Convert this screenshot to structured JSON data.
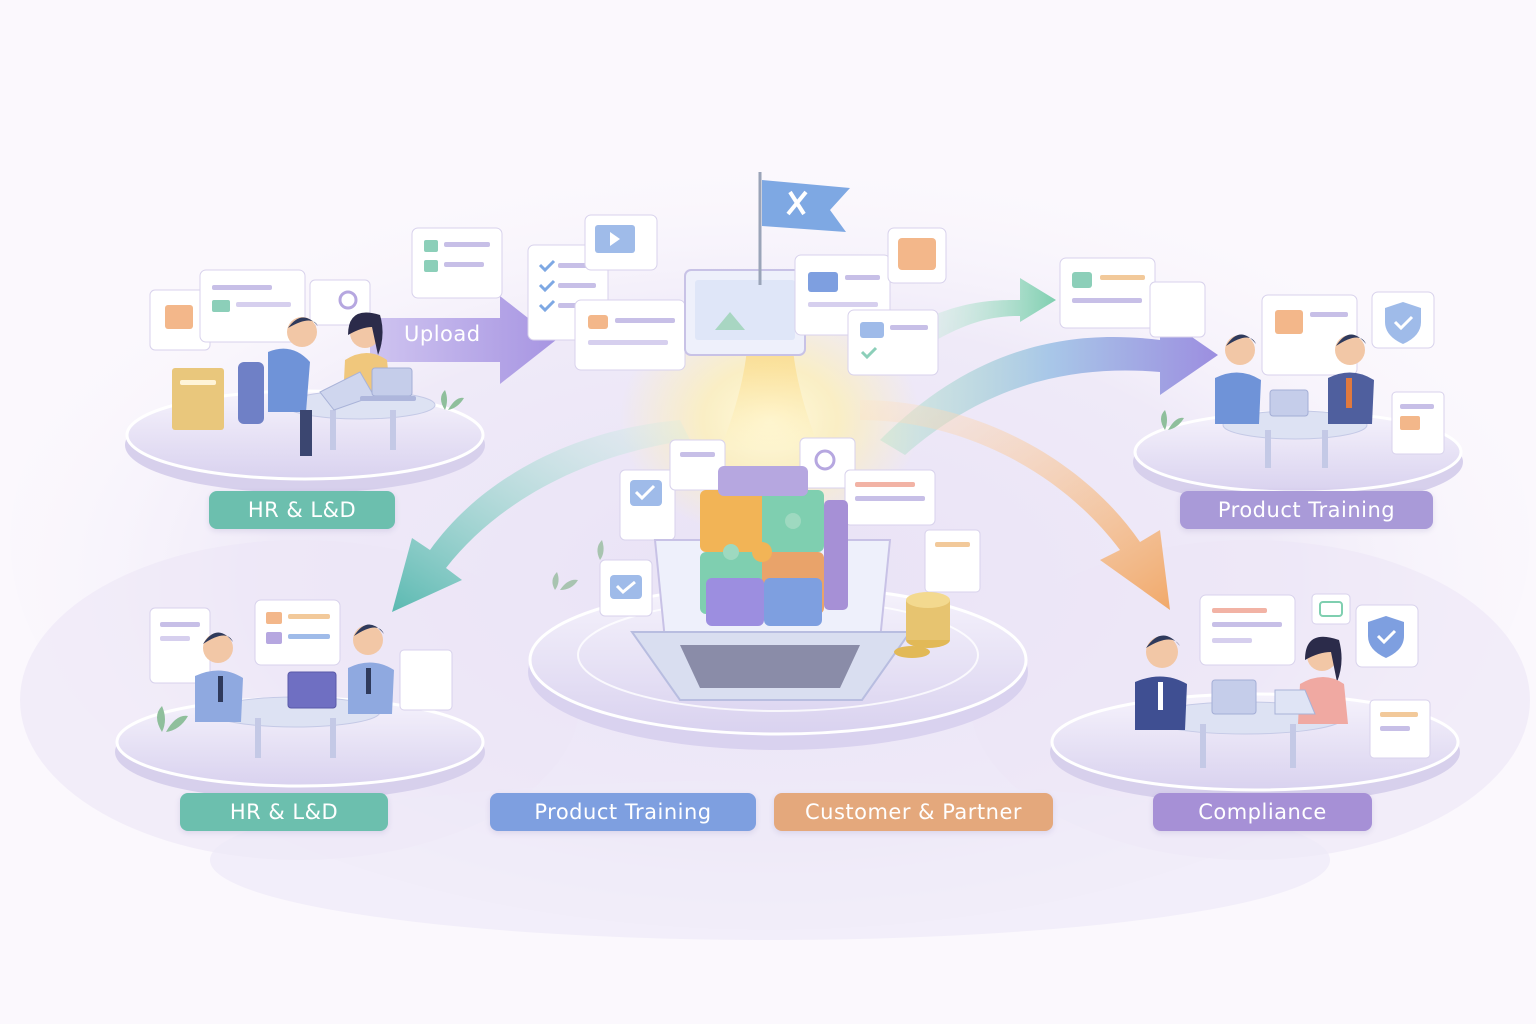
{
  "labels": {
    "hr_ld_top": "HR & L&D",
    "product_training_top": "Product Training",
    "hr_ld_bottom": "HR & L&D",
    "product_training_bottom": "Product Training",
    "customer_partner": "Customer & Partner",
    "compliance": "Compliance"
  },
  "arrow_text": {
    "upload": "Upload"
  },
  "colors": {
    "teal_label": "#6cbfae",
    "lavender_label": "#a99ad8",
    "blue_label": "#7e9fe0",
    "orange_label": "#e4a87c",
    "purple_label": "#a690d6",
    "upload_arrow": "#b2a3e6",
    "flag": "#7ea8e3",
    "background": "#fbf8fd"
  },
  "icons": [
    "flag-icon",
    "puzzle-cube-icon",
    "laptop-icon",
    "coin-stack-icon",
    "shield-check-icon",
    "video-play-icon",
    "checklist-icon",
    "document-icon",
    "plant-icon"
  ]
}
